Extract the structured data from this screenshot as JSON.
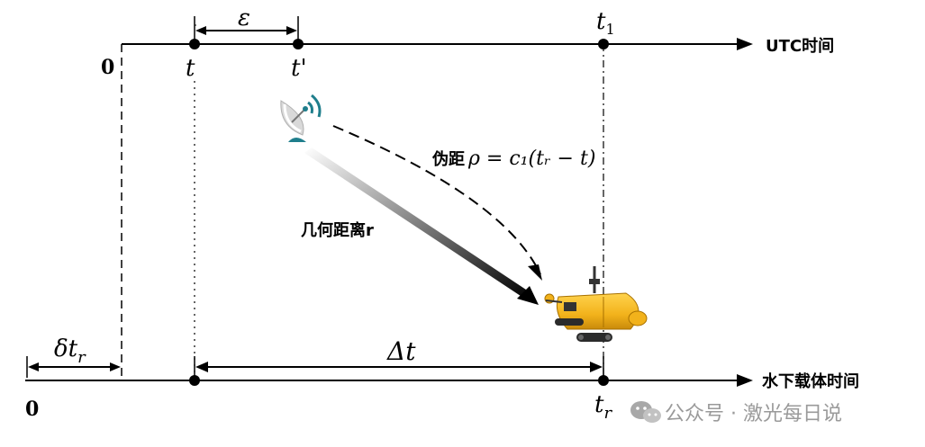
{
  "timelines": {
    "utc": {
      "label": "UTC时间",
      "origin": "0"
    },
    "vehicle": {
      "label": "水下载体时间",
      "origin": "0"
    }
  },
  "marks": {
    "t": "t",
    "t_prime": "t'",
    "t1_base": "t",
    "t1_sub": "1",
    "tr_base": "t",
    "tr_sub": "r"
  },
  "intervals": {
    "epsilon": "ε",
    "delta_t": "Δt",
    "delta_tr_base": "δt",
    "delta_tr_sub": "r"
  },
  "annotations": {
    "pseudorange_prefix": "伪距",
    "pseudorange_formula": "ρ = c₁(tᵣ − t)",
    "geometric_distance": "几何距离r"
  },
  "watermark": {
    "text": "公众号 · 激光每日说",
    "icon": "wechat-icon"
  },
  "colors": {
    "line": "#000000",
    "vehicle_body": "#f2b21b",
    "antenna": "#1f7e8c",
    "watermark": "#9a9a9a"
  }
}
